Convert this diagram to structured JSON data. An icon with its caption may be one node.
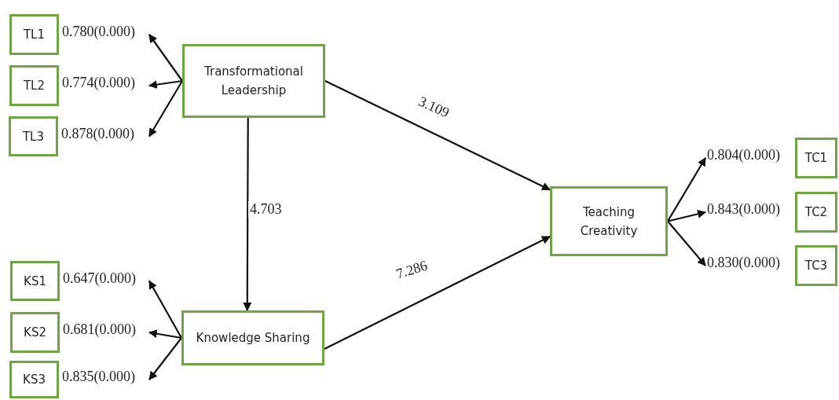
{
  "diagram": {
    "nodes": [
      {
        "text": [
          "TL1"
        ],
        "beside": [
          "0.780(0.000)"
        ]
      },
      {
        "text": [
          "TL2"
        ],
        "beside": [
          "0.774(0.000)"
        ]
      },
      {
        "text": [
          "TL3"
        ],
        "beside": [
          "0.878(0.000)"
        ]
      },
      {
        "text": [
          "Transformational Leadership"
        ]
      },
      {
        "text": [
          "KS1"
        ],
        "beside": [
          "0.647(0.000)"
        ]
      },
      {
        "text": [
          "KS2"
        ],
        "beside": [
          "0.681(0.000)"
        ]
      },
      {
        "text": [
          "KS3"
        ],
        "beside": [
          "0.835(0.000)"
        ]
      },
      {
        "text": [
          "Knowledge Sharing"
        ]
      },
      {
        "text": [
          "Teaching Creativity"
        ]
      },
      {
        "text": [
          "TC1"
        ],
        "beside": [
          "0.804(0.000)"
        ]
      },
      {
        "text": [
          "TC2"
        ],
        "beside": [
          "0.843(0.000)"
        ]
      },
      {
        "text": [
          "TC3"
        ],
        "beside": [
          "0.830(0.000)"
        ]
      }
    ],
    "edges": [
      {
        "from": 3,
        "to": 0,
        "arrow": "to"
      },
      {
        "from": 3,
        "to": 1,
        "arrow": "to"
      },
      {
        "from": 3,
        "to": 2,
        "arrow": "to"
      },
      {
        "from": 7,
        "to": 4,
        "arrow": "to"
      },
      {
        "from": 7,
        "to": 5,
        "arrow": "to"
      },
      {
        "from": 7,
        "to": 6,
        "arrow": "to"
      },
      {
        "from": 8,
        "to": 9,
        "arrow": "to"
      },
      {
        "from": 8,
        "to": 10,
        "arrow": "to"
      },
      {
        "from": 8,
        "to": 11,
        "arrow": "to"
      },
      {
        "from": 3,
        "to": 7,
        "arrow": "to",
        "label": "4.703"
      },
      {
        "from": 3,
        "to": 8,
        "arrow": "to",
        "label": "3.109"
      },
      {
        "from": 7,
        "to": 8,
        "arrow": "to",
        "label": "7.286"
      }
    ]
  }
}
